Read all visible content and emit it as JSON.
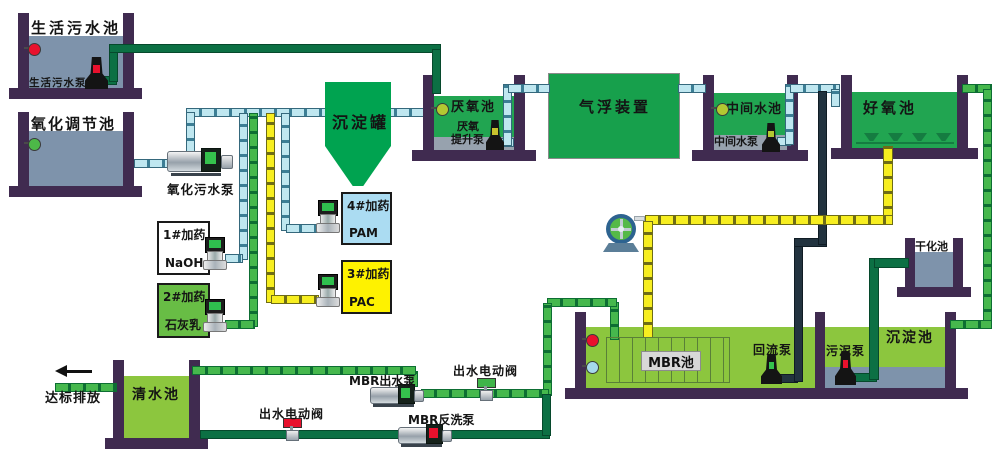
{
  "pools": {
    "domestic": {
      "label": "生活污水池",
      "pump": "生活污水泵"
    },
    "oxidation": {
      "label": "氧化调节池"
    },
    "oxidation_pump": "氧化污水泵",
    "settling_hopper": "沉淀罐",
    "anaerobic": {
      "label": "厌氧池",
      "pump_line1": "厌氧",
      "pump_line2": "提升泵"
    },
    "air_flotation": "气浮装置",
    "intermediate": {
      "label": "中间水池",
      "pump": "中间水泵"
    },
    "aerobic": "好氧池",
    "drying": "干化池",
    "mbr": {
      "label": "MBR池",
      "reflux_pump": "回流泵",
      "sludge_pump": "污泥泵"
    },
    "sedimentation": "沉淀池",
    "clear_water": "清水池"
  },
  "dosing": {
    "d1": {
      "no": "1#加药",
      "agent": "NaOH"
    },
    "d2": {
      "no": "2#加药",
      "agent": "石灰乳"
    },
    "d3": {
      "no": "3#加药",
      "agent": "PAC"
    },
    "d4": {
      "no": "4#加药",
      "agent": "PAM"
    }
  },
  "effluent": {
    "mbr_out_pump": "MBR出水泵",
    "valve_top": "出水电动阀",
    "valve_bottom": "出水电动阀",
    "backwash_pump": "MBR反洗泵",
    "discharge": "达标排放"
  },
  "colors": {
    "wall": "#402b50",
    "water_green": "#21a551",
    "water_lime": "#8cc63e",
    "water_blue": "#7e93ab",
    "pipe_cyan": "#bfe7f0",
    "pipe_yellow": "#f7ee20",
    "pipe_green": "#46b84d",
    "pipe_dark_green": "#0c7044",
    "status_red": "#e8112d"
  }
}
